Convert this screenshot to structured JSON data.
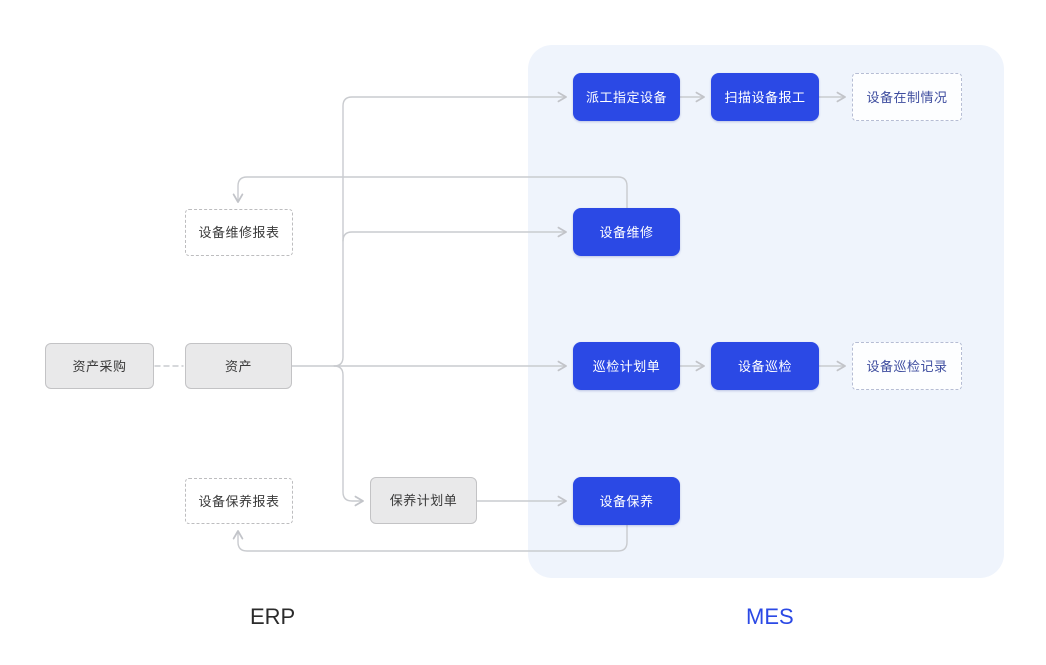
{
  "diagram": {
    "zones": {
      "erp_label": "ERP",
      "mes_label": "MES"
    },
    "colors": {
      "accent_blue": "#2b49e5",
      "mes_panel_bg": "#eff4fc",
      "connector_gray": "#c9cbcf",
      "gray_node_bg": "#e9e9ea",
      "dashed_blue_text": "#3e4d9f",
      "dark_text": "#3a3a3a"
    },
    "nodes": {
      "asset_purchase": {
        "label": "资产采购"
      },
      "asset": {
        "label": "资产"
      },
      "equipment_repair_report": {
        "label": "设备维修报表"
      },
      "equipment_maintenance_report": {
        "label": "设备保养报表"
      },
      "maintenance_plan": {
        "label": "保养计划单"
      },
      "dispatch_assign_equipment": {
        "label": "派工指定设备"
      },
      "scan_equipment_report_work": {
        "label": "扫描设备报工"
      },
      "equipment_wip_status": {
        "label": "设备在制情况"
      },
      "equipment_repair": {
        "label": "设备维修"
      },
      "inspection_plan": {
        "label": "巡检计划单"
      },
      "equipment_inspection": {
        "label": "设备巡检"
      },
      "equipment_inspection_record": {
        "label": "设备巡检记录"
      },
      "equipment_maintenance": {
        "label": "设备保养"
      }
    }
  }
}
